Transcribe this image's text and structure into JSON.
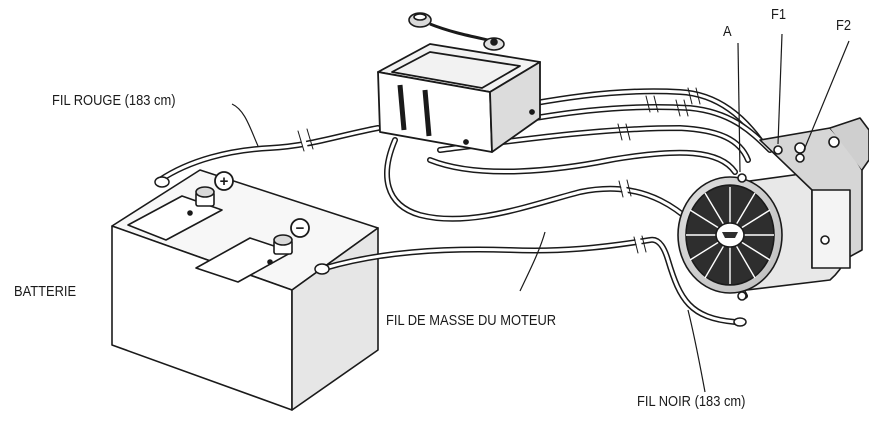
{
  "labels": {
    "red_wire": "FIL ROUGE (183 cm)",
    "battery": "BATTERIE",
    "motor_ground": "FIL DE MASSE DU MOTEUR",
    "black_wire": "FIL NOIR (183 cm)",
    "terminal_a": "A",
    "terminal_f1": "F1",
    "terminal_f2": "F2"
  },
  "polarity": {
    "positive": "+",
    "negative": "−"
  },
  "colors": {
    "line": "#1a1a1a",
    "fill": "#ffffff",
    "shade": "#d9d9d9",
    "dark": "#333333"
  }
}
